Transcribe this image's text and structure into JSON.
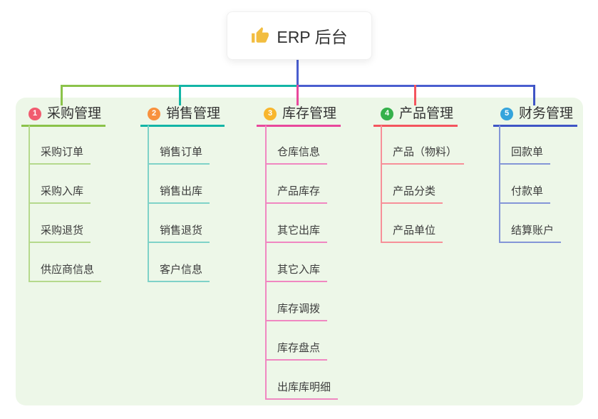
{
  "root": {
    "label": "ERP 后台",
    "icon": "thumbs-up-icon"
  },
  "colors": {
    "panel_bg": "#edf7e8",
    "connector_blue": "#4a5ecf",
    "card_bg": "#ffffff",
    "text_dark": "#333333"
  },
  "branches": [
    {
      "id": "purchase",
      "badge": "1",
      "label": "采购管理",
      "color": "#8bc34a",
      "light_color": "#b5d98c",
      "badge_color": "#f15b6f",
      "children": [
        "采购订单",
        "采购入库",
        "采购退货",
        "供应商信息"
      ]
    },
    {
      "id": "sales",
      "badge": "2",
      "label": "销售管理",
      "color": "#13b5a6",
      "light_color": "#7fd2c8",
      "badge_color": "#f8913e",
      "children": [
        "销售订单",
        "销售出库",
        "销售退货",
        "客户信息"
      ]
    },
    {
      "id": "inventory",
      "badge": "3",
      "label": "库存管理",
      "color": "#e8489c",
      "light_color": "#f087c1",
      "badge_color": "#f8b62d",
      "children": [
        "仓库信息",
        "产品库存",
        "其它出库",
        "其它入库",
        "库存调拨",
        "库存盘点",
        "出库库明细"
      ]
    },
    {
      "id": "product",
      "badge": "4",
      "label": "产品管理",
      "color": "#f4555e",
      "light_color": "#f79099",
      "badge_color": "#35b14b",
      "children": [
        "产品（物料）",
        "产品分类",
        "产品单位"
      ]
    },
    {
      "id": "finance",
      "badge": "5",
      "label": "财务管理",
      "color": "#3f55c5",
      "light_color": "#8496d7",
      "badge_color": "#35a4dc",
      "children": [
        "回款单",
        "付款单",
        "结算账户"
      ]
    }
  ]
}
